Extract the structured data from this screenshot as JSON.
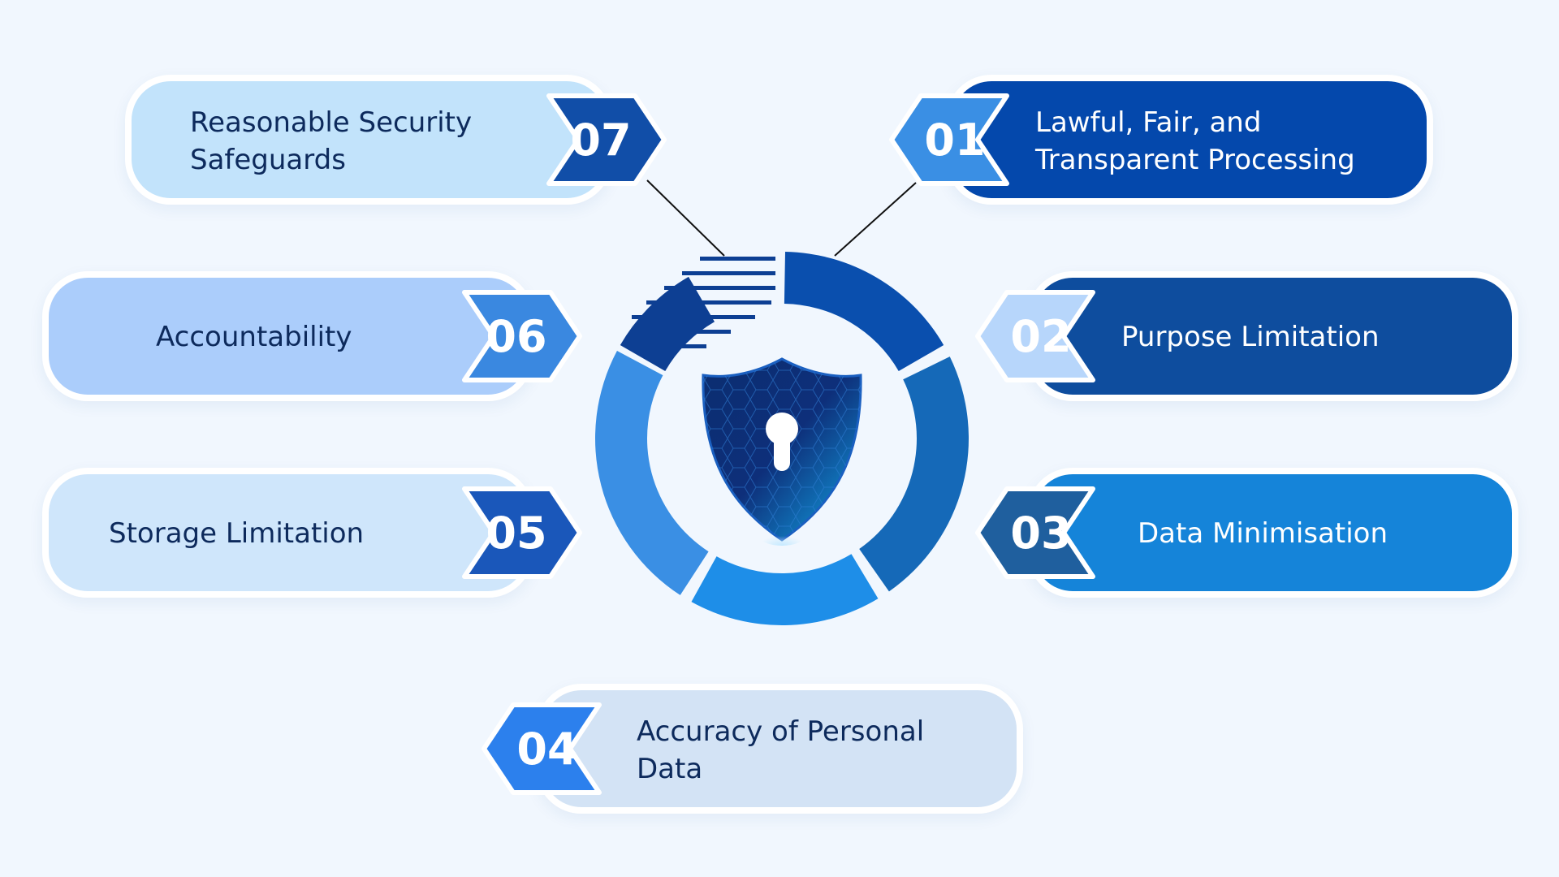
{
  "principles": [
    {
      "id": "p01",
      "number": "01",
      "text": "Lawful, Fair, and\nTransparent Processing",
      "card_color": "#0448ac",
      "text_color": "#ffffff",
      "badge_color": "#3a8fe4"
    },
    {
      "id": "p02",
      "number": "02",
      "text": "Purpose Limitation",
      "card_color": "#0e4d9e",
      "text_color": "#ffffff",
      "badge_color": "#b7d6fb"
    },
    {
      "id": "p03",
      "number": "03",
      "text": "Data Minimisation",
      "card_color": "#1584d9",
      "text_color": "#ffffff",
      "badge_color": "#1f5f9e"
    },
    {
      "id": "p04",
      "number": "04",
      "text": "Accuracy of Personal\nData",
      "card_color": "#d3e3f5",
      "text_color": "#0d2a5c",
      "badge_color": "#2c80ed"
    },
    {
      "id": "p05",
      "number": "05",
      "text": "Storage Limitation",
      "card_color": "#cfe6fb",
      "text_color": "#0d2a5c",
      "badge_color": "#1a57ba"
    },
    {
      "id": "p06",
      "number": "06",
      "text": "Accountability",
      "card_color": "#abcdfb",
      "text_color": "#0d2a5c",
      "badge_color": "#3a88e0"
    },
    {
      "id": "p07",
      "number": "07",
      "text": "Reasonable Security\nSafeguards",
      "card_color": "#c2e3fb",
      "text_color": "#0d2a5c",
      "badge_color": "#114ea8"
    }
  ],
  "ring_colors": [
    "#0a4fae",
    "#1569b8",
    "#1e8ee8",
    "#3a8fe4",
    "#0d3f93"
  ],
  "center_icon": "shield-keyhole-icon"
}
